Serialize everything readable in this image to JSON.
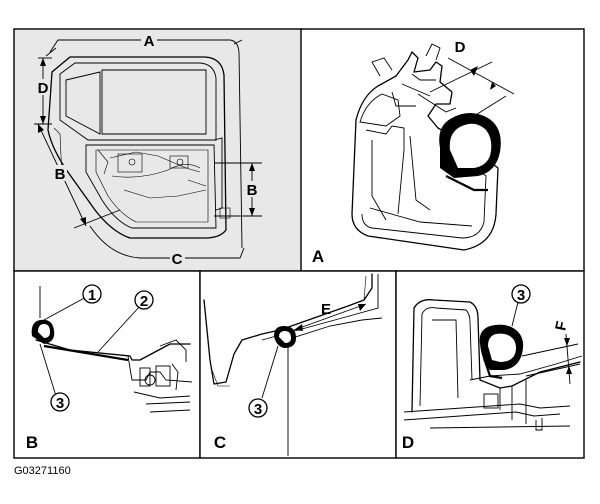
{
  "panels": [
    {
      "id": "overview",
      "label": "",
      "dimensions": [
        "A",
        "B",
        "B",
        "C",
        "D"
      ]
    },
    {
      "id": "A",
      "label": "A",
      "dimensions": [
        "D"
      ]
    },
    {
      "id": "B",
      "label": "B",
      "callouts": [
        "1",
        "2",
        "3"
      ]
    },
    {
      "id": "C",
      "label": "C",
      "callouts": [
        "3"
      ],
      "dimensions": [
        "E"
      ]
    },
    {
      "id": "D",
      "label": "D",
      "callouts": [
        "3"
      ],
      "dimensions": [
        "F"
      ]
    }
  ],
  "reference_code": "G03271160"
}
